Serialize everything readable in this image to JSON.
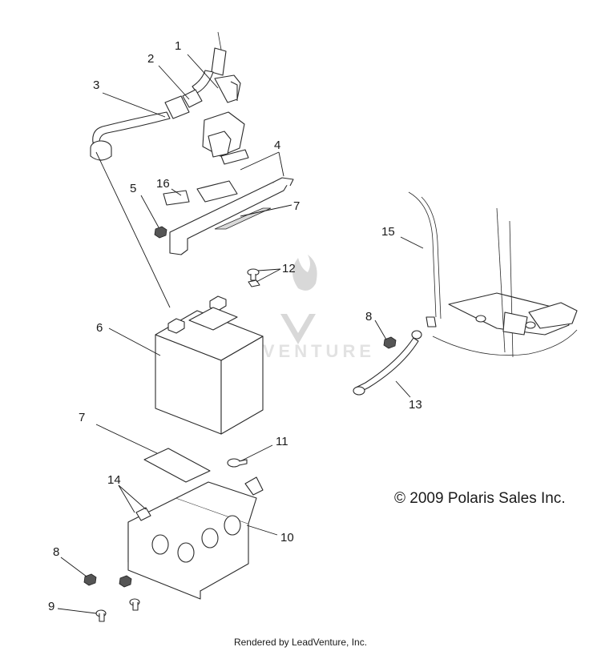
{
  "callouts": {
    "c1": "1",
    "c2": "2",
    "c3": "3",
    "c4": "4",
    "c5": "5",
    "c16": "16",
    "c7a": "7",
    "c12": "12",
    "c6": "6",
    "c7b": "7",
    "c11": "11",
    "c14": "14",
    "c10": "10",
    "c8a": "8",
    "c9": "9",
    "c15": "15",
    "c8b": "8",
    "c13": "13"
  },
  "watermark": {
    "text": "LEADVENTURE"
  },
  "copyright": "© 2009 Polaris Sales Inc.",
  "footer": "Rendered by LeadVenture, Inc."
}
